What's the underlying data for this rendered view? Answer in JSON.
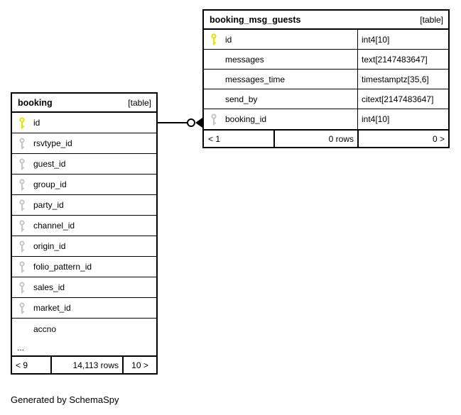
{
  "note": "Generated by SchemaSpy",
  "colors": {
    "primary_key_icon": "#e3e300",
    "foreign_key_icon": "#c6c6c6",
    "border": "#000000",
    "background": "#ffffff"
  },
  "relationship": {
    "from_table": "booking",
    "from_column": "id",
    "to_table": "booking_msg_guests",
    "to_column": "booking_id",
    "connector": "open-circle-crowfoot"
  },
  "tables": [
    {
      "name": "booking_msg_guests",
      "badge": "[table]",
      "columns": [
        {
          "name": "id",
          "type": "int4[10]",
          "key": "primary"
        },
        {
          "name": "messages",
          "type": "text[2147483647]",
          "key": "none"
        },
        {
          "name": "messages_time",
          "type": "timestamptz[35,6]",
          "key": "none"
        },
        {
          "name": "send_by",
          "type": "citext[2147483647]",
          "key": "none"
        },
        {
          "name": "booking_id",
          "type": "int4[10]",
          "key": "foreign"
        }
      ],
      "footer": {
        "left": "< 1",
        "center": "0 rows",
        "right": "0 >"
      }
    },
    {
      "name": "booking",
      "badge": "[table]",
      "columns": [
        {
          "name": "id",
          "key": "primary"
        },
        {
          "name": "rsvtype_id",
          "key": "foreign"
        },
        {
          "name": "guest_id",
          "key": "foreign"
        },
        {
          "name": "group_id",
          "key": "foreign"
        },
        {
          "name": "party_id",
          "key": "foreign"
        },
        {
          "name": "channel_id",
          "key": "foreign"
        },
        {
          "name": "origin_id",
          "key": "foreign"
        },
        {
          "name": "folio_pattern_id",
          "key": "foreign"
        },
        {
          "name": "sales_id",
          "key": "foreign"
        },
        {
          "name": "market_id",
          "key": "foreign"
        },
        {
          "name": "accno",
          "key": "none"
        }
      ],
      "ellipsis": "...",
      "footer": {
        "left": "< 9",
        "center": "14,113 rows",
        "right": "10 >"
      }
    }
  ]
}
